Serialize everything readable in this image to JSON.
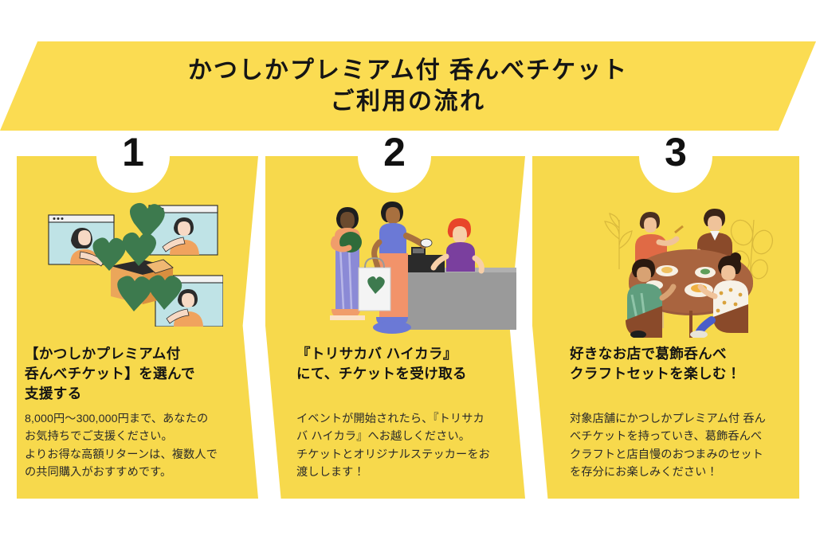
{
  "header": {
    "title_line1": "かつしかプレミアム付 呑んべチケット",
    "title_line2": "ご利用の流れ",
    "background_color": "#FBDC52"
  },
  "theme": {
    "panel_yellow": "#F7D94C",
    "header_yellow": "#FBDC52",
    "text_dark": "#141414",
    "body_text": "#2a2a2a",
    "page_background": "#ffffff",
    "heart_green": "#3d7a4e"
  },
  "steps": [
    {
      "number": "1",
      "illustration": "people-in-browser-windows-giving-hearts-into-box",
      "heading_lines": [
        "【かつしかプレミアム付",
        "呑んべチケット】を選んで",
        "支援する"
      ],
      "body_lines": [
        "8,000円〜300,000円まで、あなたの",
        "お気持ちでご支援ください。",
        "よりお得な高額リターンは、複数人で",
        "の共同購入がおすすめです。"
      ]
    },
    {
      "number": "2",
      "illustration": "shoppers-at-store-counter-with-cashier",
      "heading_lines": [
        "『トリサカバ ハイカラ』",
        "にて、チケットを受け取る"
      ],
      "body_lines": [
        "イベントが開始されたら、『トリサカ",
        "バ ハイカラ』へお越しください。",
        "チケットとオリジナルステッカーをお",
        "渡しします！"
      ]
    },
    {
      "number": "3",
      "illustration": "four-people-dining-around-round-table",
      "heading_lines": [
        "好きなお店で葛飾呑んべ",
        "クラフトセットを楽しむ！"
      ],
      "body_lines": [
        "対象店舗にかつしかプレミアム付 呑ん",
        "べチケットを持っていき、葛飾呑んべ",
        "クラフトと店自慢のおつまみのセット",
        "を存分にお楽しみください！"
      ]
    }
  ]
}
